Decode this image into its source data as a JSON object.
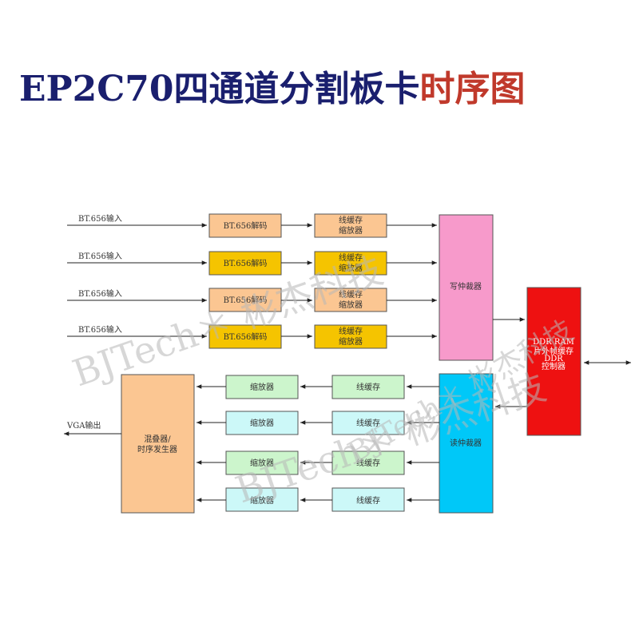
{
  "title": {
    "main": "EP2C70四通道分割板卡",
    "accent": "时序图"
  },
  "colors": {
    "title_main": "#1a1f6e",
    "title_accent": "#c0392b",
    "decoder_light": "#fbc692",
    "decoder_dark": "#f5c400",
    "linebuf_light": "#fbc692",
    "linebuf_dark": "#f5c400",
    "write_arbiter": "#f79acb",
    "read_arbiter": "#00c8f8",
    "ddr": "#ee1111",
    "mixer": "#fbc692",
    "scaler_green": "#ccf5cc",
    "scaler_cyan": "#ccf8f8"
  },
  "inputs": [
    "BT.656输入",
    "BT.656输入",
    "BT.656输入",
    "BT.656输入"
  ],
  "decoders": [
    "BT.656解码",
    "BT.656解码",
    "BT.656解码",
    "BT.656解码"
  ],
  "write_linebuf": {
    "line1": [
      "线缓存",
      "线缓存",
      "线缓存",
      "线缓存"
    ],
    "line2": [
      "缩放器",
      "缩放器",
      "缩放器",
      "缩放器"
    ]
  },
  "write_arbiter": "写仲裁器",
  "read_arbiter": "读仲裁器",
  "ddr": {
    "line1": "DDR RAM",
    "line2": "片外帧缓存",
    "line3": "DDR",
    "line4": "控制器"
  },
  "read_linebuf": [
    "线缓存",
    "线缓存",
    "线缓存",
    "线缓存"
  ],
  "scalers": [
    "缩放器",
    "缩放器",
    "缩放器",
    "缩放器"
  ],
  "mixer": {
    "line1": "混叠器/",
    "line2": "时序发生器"
  },
  "output": "VGA输出",
  "watermark": [
    "BJTech＊ 彬杰科技",
    "BJTech＊ 彬杰科技",
    "BJTech＊ 彬杰科技"
  ]
}
